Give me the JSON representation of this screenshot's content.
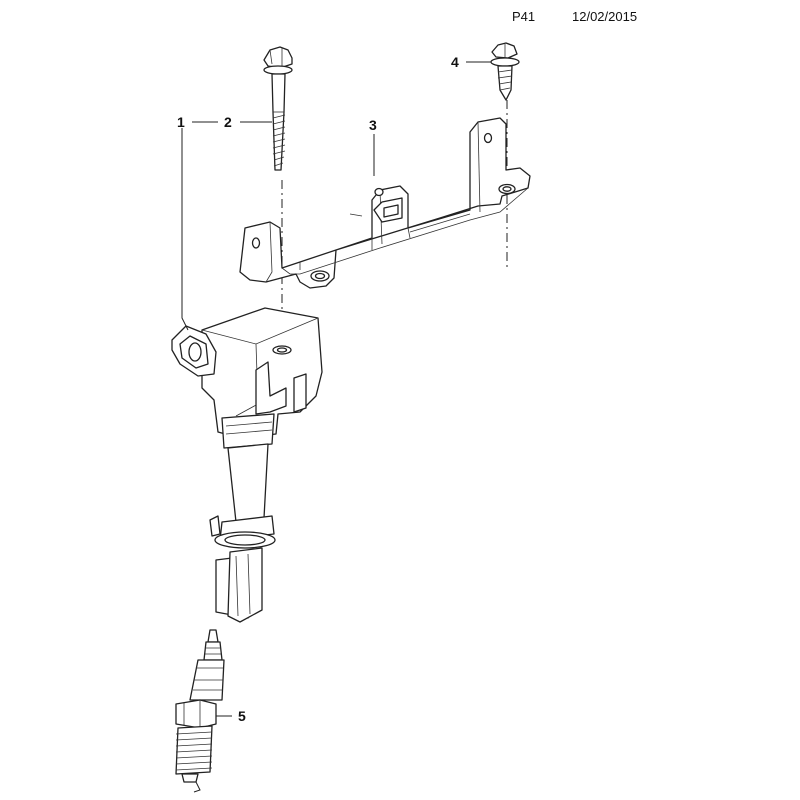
{
  "header": {
    "page_code": "P41",
    "date": "12/02/2015"
  },
  "callouts": [
    {
      "label": "1"
    },
    {
      "label": "2"
    },
    {
      "label": "3"
    },
    {
      "label": "4"
    },
    {
      "label": "5"
    }
  ]
}
